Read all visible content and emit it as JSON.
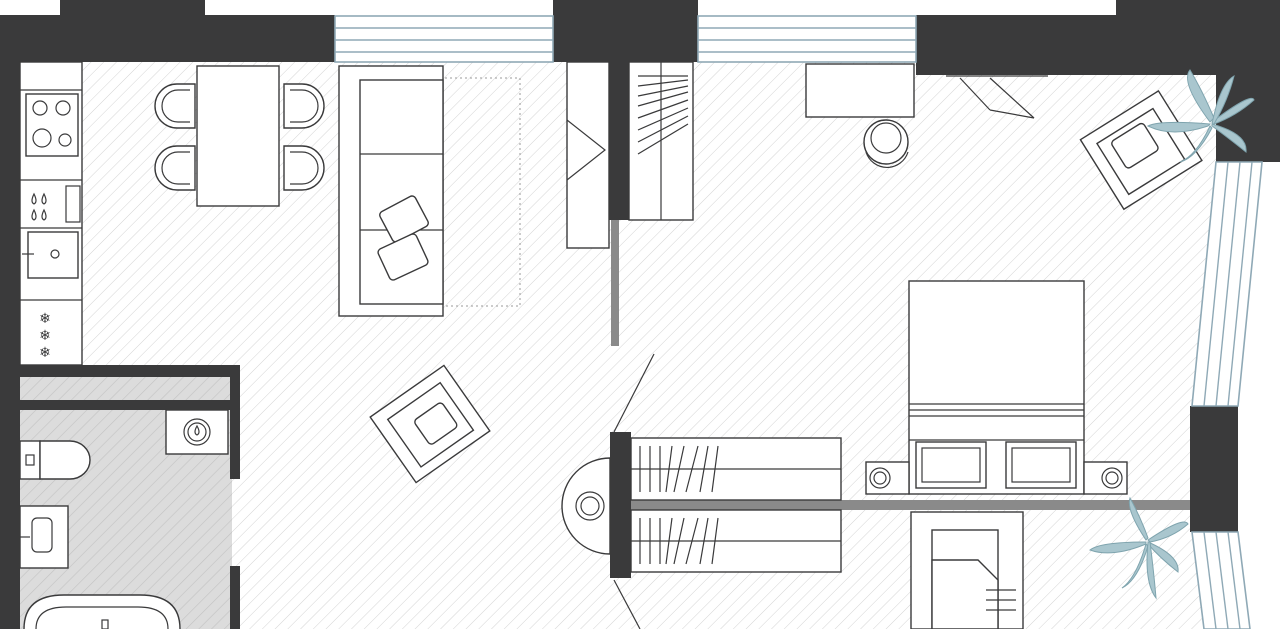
{
  "plan": {
    "colors": {
      "wall": "#3a3a3b",
      "floor_hatch": "#d4d4d4",
      "bathroom_floor": "#cfcfcf",
      "glass": "#8fa9b6",
      "plant": "#a9c6ce",
      "partition": "#8a8a8a"
    },
    "rooms": [
      "kitchen",
      "living-area",
      "bedroom",
      "bathroom"
    ],
    "icons": [
      "stove-icon",
      "sink-icon",
      "snowflake-icon",
      "drain-icon",
      "plant-icon",
      "pillow-icon"
    ]
  }
}
